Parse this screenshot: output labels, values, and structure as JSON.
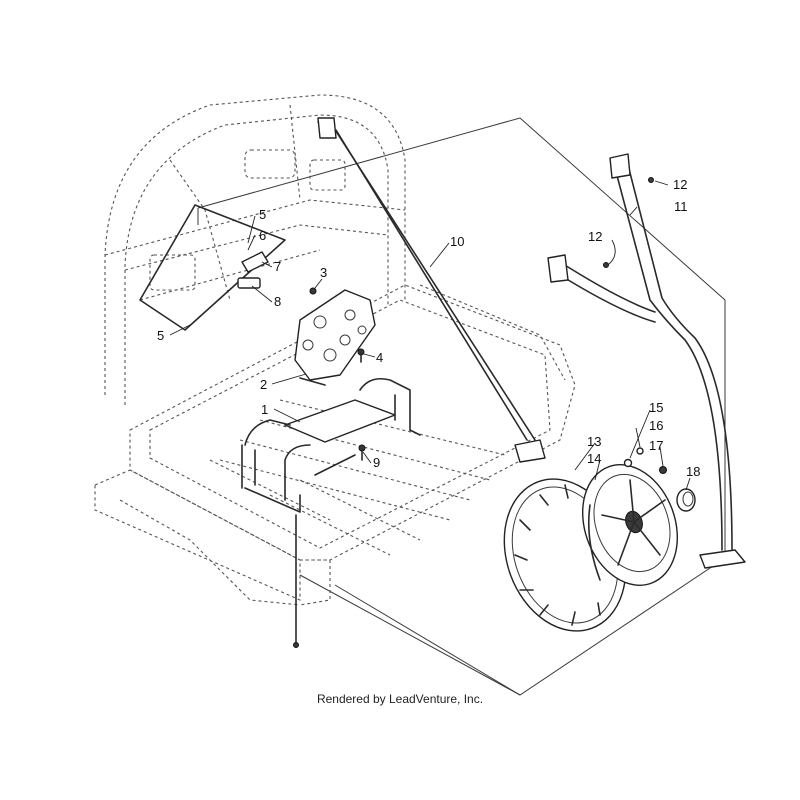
{
  "callouts": {
    "c1": "1",
    "c2": "2",
    "c3": "3",
    "c4": "4",
    "c5a": "5",
    "c5b": "5",
    "c6": "6",
    "c7": "7",
    "c8": "8",
    "c9": "9",
    "c10": "10",
    "c11": "11",
    "c12a": "12",
    "c12b": "12",
    "c13": "13",
    "c14": "14",
    "c15": "15",
    "c16": "16",
    "c17": "17",
    "c18": "18"
  },
  "footer": {
    "credit": "Rendered by LeadVenture, Inc."
  }
}
